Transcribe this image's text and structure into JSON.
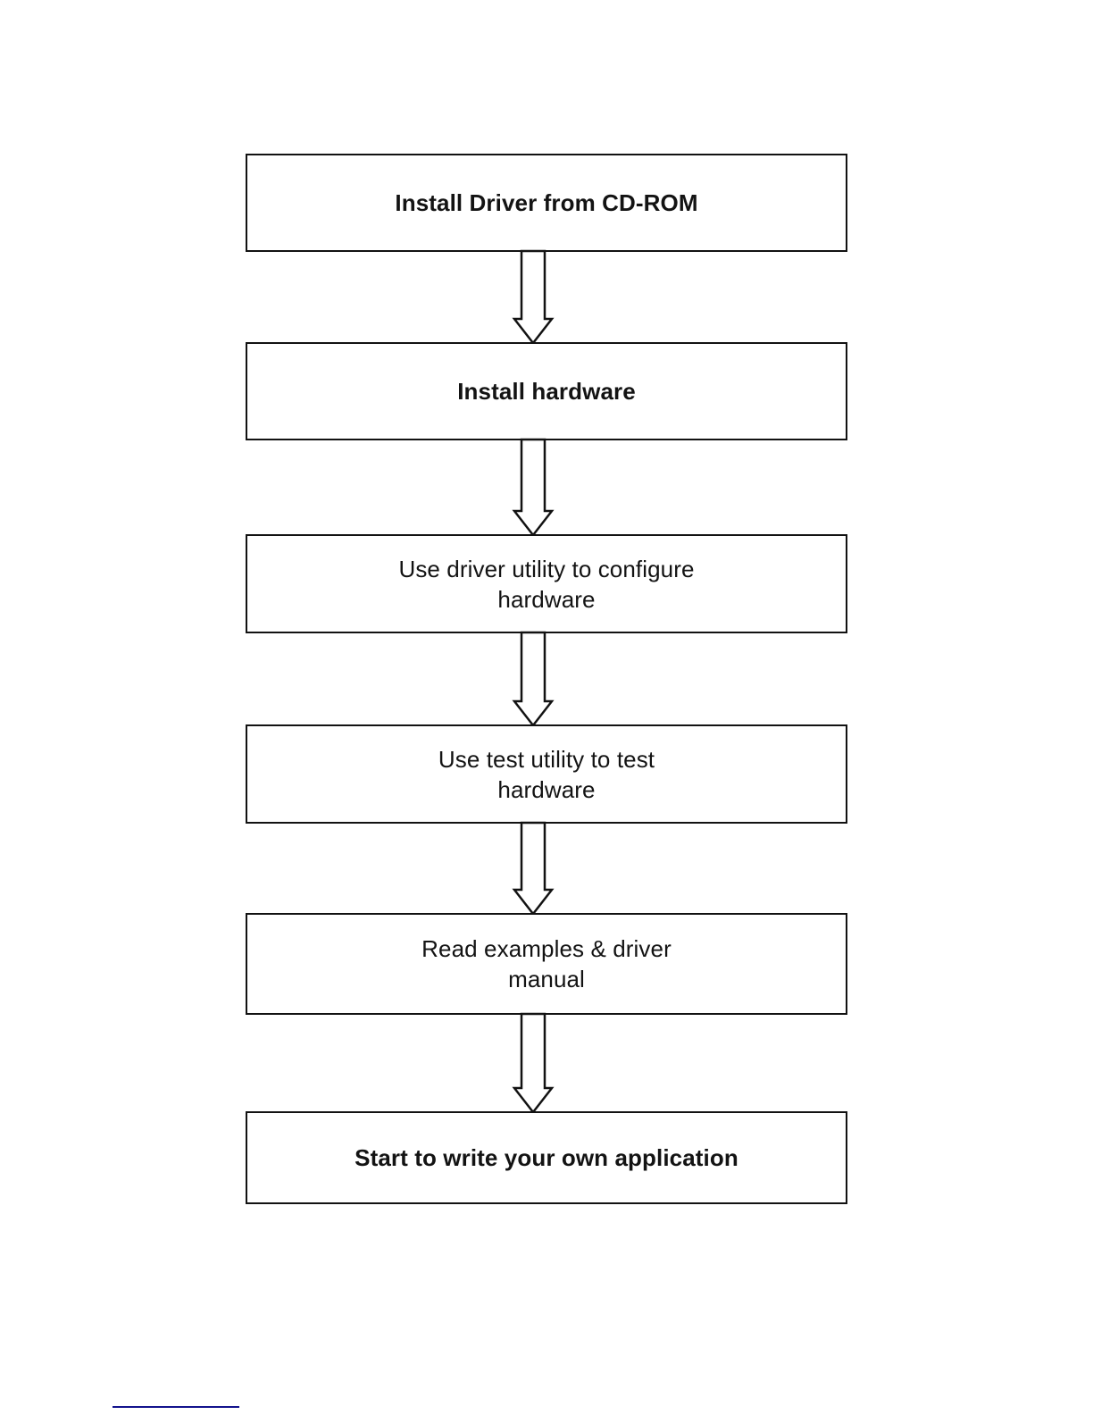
{
  "document": {
    "background_color": "#ffffff",
    "ink_color": "#121212",
    "footer_rule_color": "#12128c"
  },
  "flowchart": {
    "type": "process-flow",
    "orientation": "vertical",
    "node_count": 6,
    "connector_count": 5,
    "nodes": [
      {
        "id": "install-driver-from-cd-rom",
        "label": "Install Driver from CD-ROM",
        "lines": [
          "Install Driver from CD-ROM"
        ],
        "font_weight": "bold",
        "shape": "rectangle"
      },
      {
        "id": "install-hardware",
        "label": "Install hardware",
        "lines": [
          "Install hardware"
        ],
        "font_weight": "bold",
        "shape": "rectangle"
      },
      {
        "id": "use-driver-utility-to-configure-hardware",
        "label": "Use driver utility to configure\nhardware",
        "lines": [
          "Use driver utility to configure",
          "hardware"
        ],
        "font_weight": "regular",
        "shape": "rectangle"
      },
      {
        "id": "use-test-utility-to-test-hardware",
        "label": "Use test utility to test\nhardware",
        "lines": [
          "Use test utility to test",
          "hardware"
        ],
        "font_weight": "regular",
        "shape": "rectangle"
      },
      {
        "id": "read-examples-and-driver-manual",
        "label": "Read examples & driver\nmanual",
        "lines": [
          "Read examples & driver",
          "manual"
        ],
        "font_weight": "regular",
        "shape": "rectangle"
      },
      {
        "id": "start-to-write-your-own-application",
        "label": "Start to write your own application",
        "lines": [
          "Start to write your own application"
        ],
        "font_weight": "bold",
        "shape": "rectangle"
      }
    ],
    "connectors": [
      {
        "from": "install-driver-from-cd-rom",
        "to": "install-hardware",
        "style": "hollow-block-arrow",
        "direction": "down"
      },
      {
        "from": "install-hardware",
        "to": "use-driver-utility-to-configure-hardware",
        "style": "hollow-block-arrow",
        "direction": "down"
      },
      {
        "from": "use-driver-utility-to-configure-hardware",
        "to": "use-test-utility-to-test-hardware",
        "style": "hollow-block-arrow",
        "direction": "down"
      },
      {
        "from": "use-test-utility-to-test-hardware",
        "to": "read-examples-and-driver-manual",
        "style": "hollow-block-arrow",
        "direction": "down"
      },
      {
        "from": "read-examples-and-driver-manual",
        "to": "start-to-write-your-own-application",
        "style": "hollow-block-arrow",
        "direction": "down"
      }
    ]
  }
}
